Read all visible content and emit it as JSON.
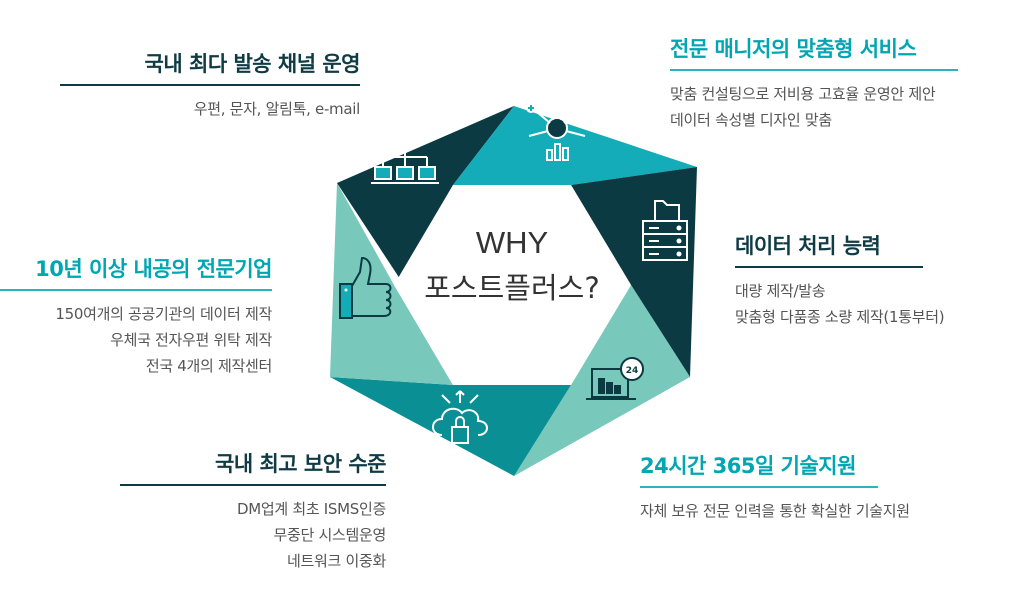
{
  "center": {
    "line1": "WHY",
    "line2": "포스트플러스?"
  },
  "colors": {
    "dark": "#0c3a42",
    "teal": "#14acb8",
    "mint": "#78c8bb",
    "deep_teal": "#0a8f94",
    "accent_text": "#00a6b2"
  },
  "icons": [
    "network-hierarchy-icon",
    "teamwork-hands-icon",
    "server-folder-icon",
    "24h-chart-icon",
    "cloud-lock-icon",
    "thumbs-up-icon"
  ],
  "blocks": {
    "channels": {
      "title": "국내 최다 발송 채널 운영",
      "items": [
        "우편, 문자, 알림톡, e-mail"
      ]
    },
    "manager": {
      "title": "전문 매니저의 맞춤형 서비스",
      "items": [
        "맞춤 컨설팅으로 저비용 고효율 운영안 제안",
        "데이터 속성별 디자인 맞춤"
      ]
    },
    "data": {
      "title": "데이터 처리 능력",
      "items": [
        "대량 제작/발송",
        "맞춤형 다품종 소량 제작(1통부터)"
      ]
    },
    "company": {
      "title": "10년 이상 내공의 전문기업",
      "items": [
        "150여개의 공공기관의 데이터 제작",
        "우체국 전자우편 위탁 제작",
        "전국 4개의 제작센터"
      ]
    },
    "security": {
      "title": "국내 최고 보안 수준",
      "items": [
        "DM업계 최초 ISMS인증",
        "무중단 시스템운영",
        "네트워크 이중화"
      ]
    },
    "support": {
      "title": "24시간 365일 기술지원",
      "items": [
        "자체 보유 전문 인력을 통한 확실한 기술지원"
      ]
    }
  }
}
